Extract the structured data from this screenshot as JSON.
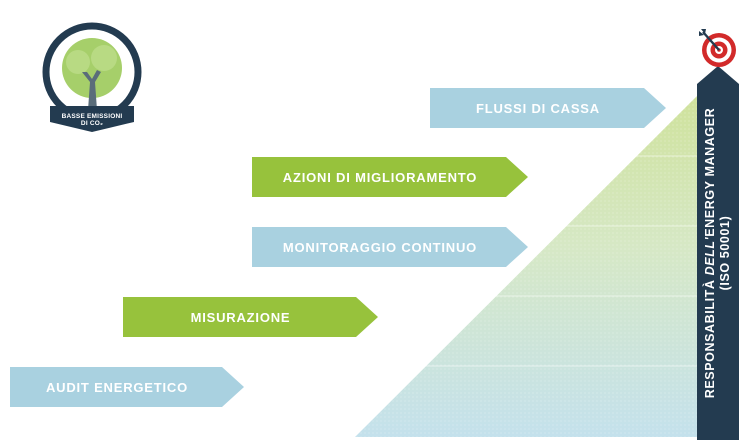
{
  "logo": {
    "line1": "BASSE EMISSIONI",
    "line2": "DI CO₂",
    "icon": "tree-icon"
  },
  "steps": [
    {
      "label": "FLUSSI DI CASSA",
      "color": "blue"
    },
    {
      "label": "AZIONI DI MIGLIORAMENTO",
      "color": "green"
    },
    {
      "label": "MONITORAGGIO CONTINUO",
      "color": "blue"
    },
    {
      "label": "MISURAZIONE",
      "color": "green"
    },
    {
      "label": "AUDIT ENERGETICO",
      "color": "blue"
    }
  ],
  "responsibility": {
    "line1_prefix": "RESPONSABILITÀ ",
    "line1_em": "DELL'",
    "line1_suffix": "ENERGY MANAGER",
    "line2": "(ISO 50001)"
  },
  "target_icon": "target-icon",
  "colors": {
    "navy": "#233b50",
    "blue_step": "#a9d1e0",
    "green_step": "#97c23c",
    "target_red": "#d22a2a"
  }
}
